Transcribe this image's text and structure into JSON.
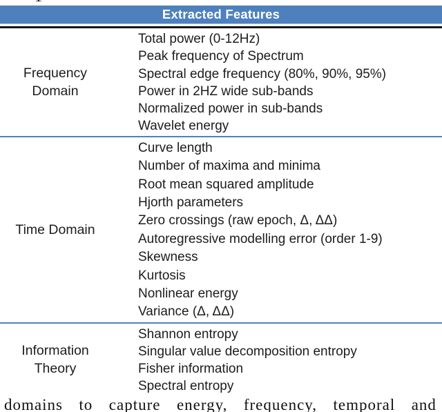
{
  "artifacts": {
    "top_fragment": "1"
  },
  "table": {
    "title": "Extracted Features",
    "colors": {
      "header_bg": "#4E80BD",
      "header_text": "#FFFFFF",
      "header_accent": "#AEC6E2",
      "header_rule": "#141414",
      "separator": "#4F81BD"
    },
    "sections": [
      {
        "label_lines": [
          "Frequency",
          "Domain"
        ],
        "features": [
          "Total power (0-12Hz)",
          "Peak frequency of Spectrum",
          "Spectral edge frequency (80%, 90%, 95%)",
          "Power in 2HZ wide sub-bands",
          "Normalized power in sub-bands",
          "Wavelet energy"
        ]
      },
      {
        "label_lines": [
          "Time Domain"
        ],
        "features": [
          "Curve length",
          "Number of maxima and minima",
          "Root mean squared amplitude",
          "Hjorth parameters",
          "Zero crossings (raw epoch, Δ, ΔΔ)",
          "Autoregressive modelling error (order 1-9)",
          "Skewness",
          "Kurtosis",
          "Nonlinear energy",
          "Variance (Δ, ΔΔ)"
        ]
      },
      {
        "label_lines": [
          "Information",
          "Theory"
        ],
        "features": [
          "Shannon entropy",
          "Singular value decomposition entropy",
          "Fisher information",
          "Spectral entropy"
        ]
      }
    ]
  },
  "paragraph": {
    "words": [
      "domains",
      "to",
      "capture",
      "energy,",
      "frequency,",
      "temporal",
      "and"
    ]
  }
}
